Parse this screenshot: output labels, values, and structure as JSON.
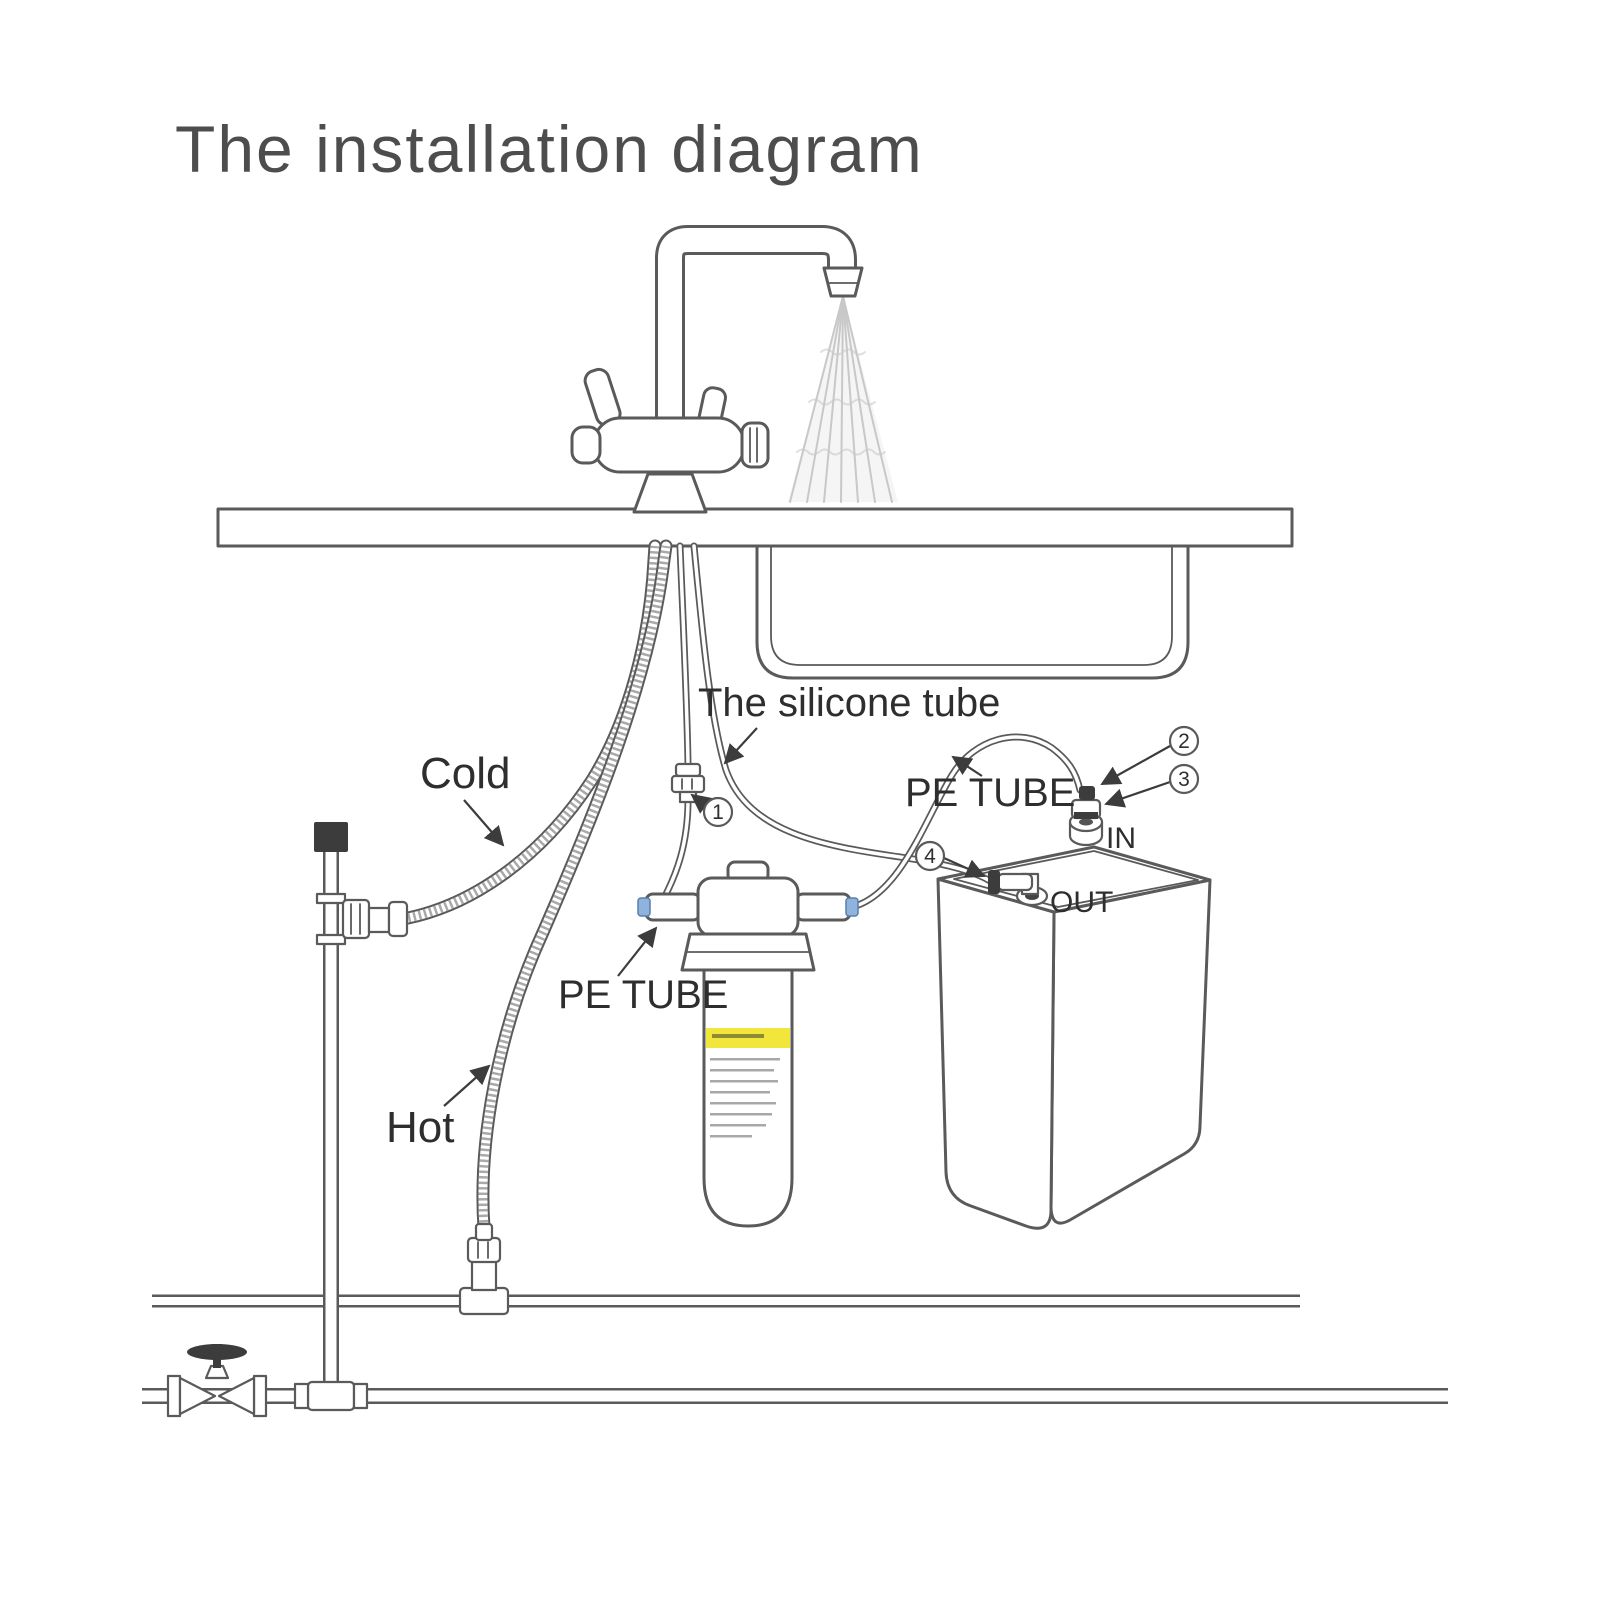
{
  "title": "The installation diagram",
  "labels": {
    "silicone_tube": "The silicone tube",
    "pe_tube_right": "PE TUBE",
    "pe_tube_left": "PE TUBE",
    "cold": "Cold",
    "hot": "Hot",
    "in": "IN",
    "out": "OUT"
  },
  "callouts": {
    "c1": "1",
    "c2": "2",
    "c3": "3",
    "c4": "4"
  },
  "colors": {
    "line": "#5a5a5a",
    "title": "#4d4d4d",
    "dark": "#3c3c3c",
    "label_yellow": "#f2e63d",
    "fitting_blue": "#8fb3dc",
    "spray": "#c8c8c8"
  }
}
